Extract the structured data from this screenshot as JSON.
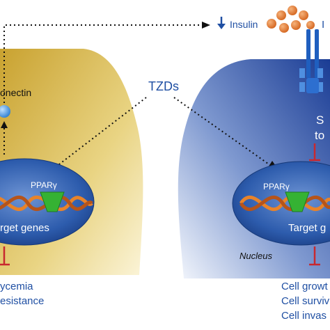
{
  "labels": {
    "insulin": "Insulin",
    "insulin_receptor_partial": "I",
    "adiponectin_partial": "onectin",
    "tzds": "TZDs",
    "ppar_left": "PPARγ",
    "ppar_right": "PPARγ",
    "target_genes_left": "rget genes",
    "target_genes_right": "Target g",
    "signaling_partial_1": "S",
    "signaling_partial_2": "to",
    "nucleus": "Nucleus"
  },
  "outcomes_left": [
    "ycemia",
    "esistance"
  ],
  "outcomes_right": [
    "Cell growt",
    "Cell surviv",
    "Cell invas"
  ],
  "colors": {
    "left_cell": "#d9b640",
    "right_cell": "#2b4fa8",
    "nucleus": "#2a5aa8",
    "text_blue": "#1f4fa3",
    "inhibit_red": "#c8282f",
    "insulin_ball": "#e07a3a",
    "ppar_green": "#35b233",
    "dna_orange": "#e8832a"
  }
}
